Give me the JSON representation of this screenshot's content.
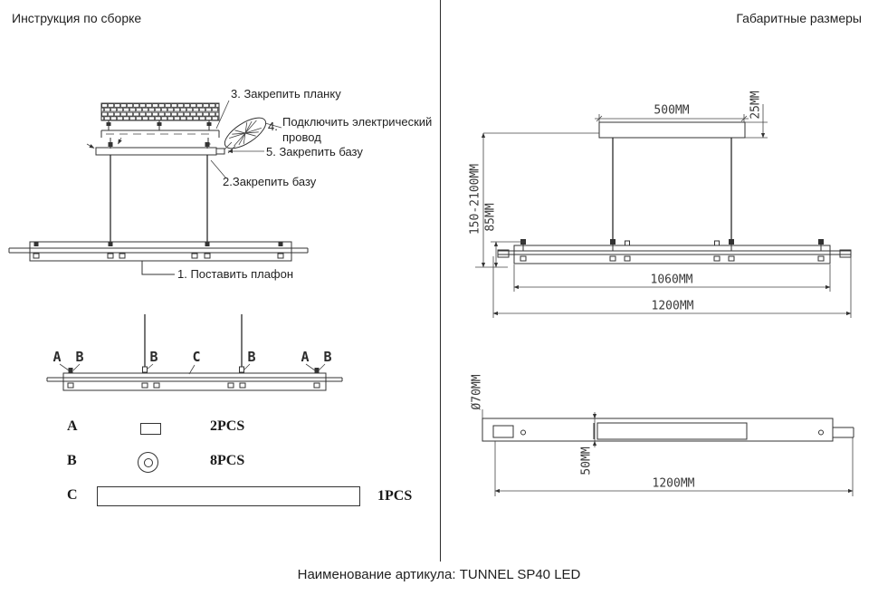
{
  "left_panel": {
    "title": "Инструкция по сборке",
    "steps": {
      "step3": "3. Закрепить планку",
      "step4_num": "4.",
      "step4_line1": "Подключить электрический",
      "step4_line2": "провод",
      "step5": "5. Закрепить базу",
      "step2": "2.Закрепить базу",
      "step1": "1. Поставить плафон"
    },
    "callout_labels": [
      "A",
      "B",
      "B",
      "C",
      "B",
      "A",
      "B"
    ],
    "parts": [
      {
        "letter": "A",
        "qty": "2PCS",
        "symbol": "mounting-plate-icon"
      },
      {
        "letter": "B",
        "qty": "8PCS",
        "symbol": "washer-icon"
      },
      {
        "letter": "C",
        "qty": "1PCS",
        "symbol": "base-bar-icon"
      }
    ]
  },
  "right_panel": {
    "title": "Габаритные размеры",
    "dimensions": {
      "canopy_width": "500MM",
      "canopy_height": "25MM",
      "suspension_range": "150-2100MM",
      "fixture_height": "85MM",
      "glass_length": "1060MM",
      "overall_length": "1200MM",
      "canopy_diameter": "Ø70MM",
      "body_width": "50MM",
      "overall_length_top_view": "1200MM"
    }
  },
  "footer": {
    "caption": "Наименование артикула: TUNNEL SP40 LED"
  },
  "colors": {
    "line": "#333333",
    "background": "#ffffff"
  }
}
